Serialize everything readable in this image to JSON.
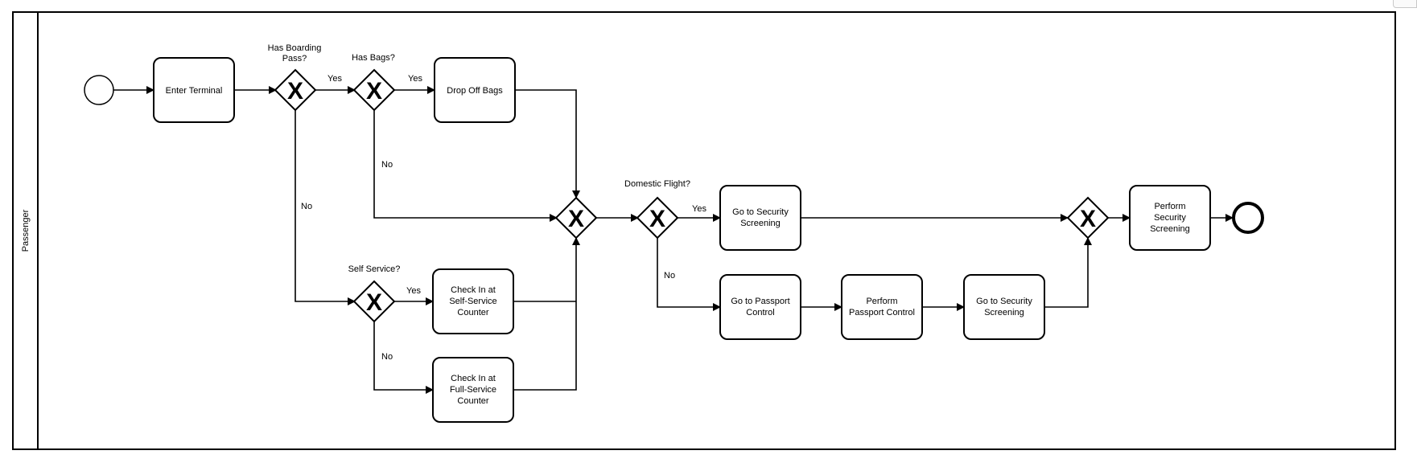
{
  "pool": {
    "lane_label": "Passenger"
  },
  "tasks": {
    "enter_terminal": [
      "Enter Terminal"
    ],
    "drop_off_bags": [
      "Drop Off Bags"
    ],
    "check_in_self": [
      "Check In at",
      "Self-Service",
      "Counter"
    ],
    "check_in_full": [
      "Check In at",
      "Full-Service",
      "Counter"
    ],
    "security_screening_1": [
      "Go to Security",
      "Screening"
    ],
    "passport_control_go": [
      "Go to Passport",
      "Control"
    ],
    "perform_passport_control": [
      "Perform",
      "Passport Control"
    ],
    "security_screening_2": [
      "Go to Security",
      "Screening"
    ],
    "perform_security_screening": [
      "Perform",
      "Security",
      "Screening"
    ]
  },
  "gateways": {
    "boarding_pass": {
      "question": [
        "Has Boarding",
        "Pass?"
      ],
      "symbol": "X"
    },
    "bags": {
      "question": [
        "Has Bags?"
      ],
      "symbol": "X"
    },
    "self_service": {
      "question": [
        "Self Service?"
      ],
      "symbol": "X"
    },
    "merge_checkin": {
      "symbol": "X"
    },
    "domestic": {
      "question": [
        "Domestic Flight?"
      ],
      "symbol": "X"
    },
    "merge_security": {
      "symbol": "X"
    }
  },
  "flow_labels": {
    "boarding_yes": "Yes",
    "boarding_no": "No",
    "bags_yes": "Yes",
    "bags_no": "No",
    "self_yes": "Yes",
    "self_no": "No",
    "domestic_yes": "Yes",
    "domestic_no": "No"
  }
}
